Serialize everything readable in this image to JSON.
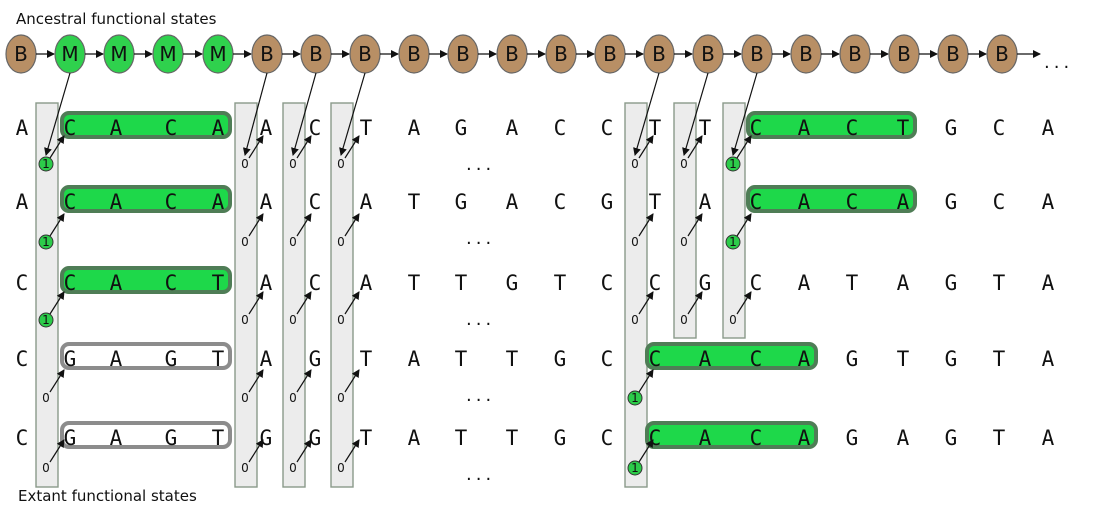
{
  "labels": {
    "top": "Ancestral functional states",
    "bottom": "Extant functional states"
  },
  "colors": {
    "state_B": "#b88f65",
    "state_M": "#2fd14d",
    "motif_on_fill": "#1ed84a",
    "motif_on_stroke": "#4f7d56",
    "motif_off_stroke": "#8c8c8c",
    "column_box": "#ececec"
  },
  "ancestral_states": [
    "B",
    "M",
    "M",
    "M",
    "M",
    "B",
    "B",
    "B",
    "B",
    "B",
    "B",
    "B",
    "B",
    "B",
    "B",
    "B",
    "B",
    "B",
    "B",
    "B",
    "B"
  ],
  "ancestral_trailing": "...",
  "ellipsis": "...",
  "columns_with_boxes": [
    0,
    6,
    7,
    8,
    13,
    14,
    15
  ],
  "sequences": [
    {
      "bases": [
        "A",
        "C",
        "A",
        "C",
        "A",
        "A",
        "C",
        "T",
        "A",
        "G",
        "A",
        "C",
        "C",
        "T",
        "T",
        "C",
        "A",
        "C",
        "T",
        "G",
        "C",
        "A"
      ],
      "motifs": [
        {
          "start": 1,
          "end": 4,
          "on": true
        },
        {
          "start": 15,
          "end": 18,
          "on": true
        }
      ],
      "extant_states": [
        "1",
        "0",
        "0",
        "0",
        "0",
        "0",
        "1"
      ]
    },
    {
      "bases": [
        "A",
        "C",
        "A",
        "C",
        "A",
        "A",
        "C",
        "A",
        "T",
        "G",
        "A",
        "C",
        "G",
        "T",
        "A",
        "C",
        "A",
        "C",
        "A",
        "G",
        "C",
        "A"
      ],
      "motifs": [
        {
          "start": 1,
          "end": 4,
          "on": true
        },
        {
          "start": 15,
          "end": 18,
          "on": true
        }
      ],
      "extant_states": [
        "1",
        "0",
        "0",
        "0",
        "0",
        "0",
        "1"
      ]
    },
    {
      "bases": [
        "C",
        "C",
        "A",
        "C",
        "T",
        "A",
        "C",
        "A",
        "T",
        "T",
        "G",
        "T",
        "C",
        "C",
        "G",
        "C",
        "A",
        "T",
        "A",
        "G",
        "T",
        "A"
      ],
      "motifs": [
        {
          "start": 1,
          "end": 4,
          "on": true
        }
      ],
      "extant_states": [
        "1",
        "0",
        "0",
        "0",
        "0",
        "0",
        "0"
      ]
    },
    {
      "bases": [
        "C",
        "G",
        "A",
        "G",
        "T",
        "A",
        "G",
        "T",
        "A",
        "T",
        "T",
        "G",
        "C",
        "C",
        "A",
        "C",
        "A",
        "G",
        "T",
        "G",
        "T",
        "A"
      ],
      "motifs": [
        {
          "start": 1,
          "end": 4,
          "on": false
        },
        {
          "start": 13,
          "end": 16,
          "on": true
        }
      ],
      "extant_states": [
        "0",
        "0",
        "0",
        "0",
        "1"
      ]
    },
    {
      "bases": [
        "C",
        "G",
        "A",
        "G",
        "T",
        "G",
        "G",
        "T",
        "A",
        "T",
        "T",
        "G",
        "C",
        "C",
        "A",
        "C",
        "A",
        "G",
        "A",
        "G",
        "T",
        "A"
      ],
      "motifs": [
        {
          "start": 1,
          "end": 4,
          "on": false
        },
        {
          "start": 13,
          "end": 16,
          "on": true
        }
      ],
      "extant_states": [
        "0",
        "0",
        "0",
        "0",
        "1"
      ]
    }
  ]
}
